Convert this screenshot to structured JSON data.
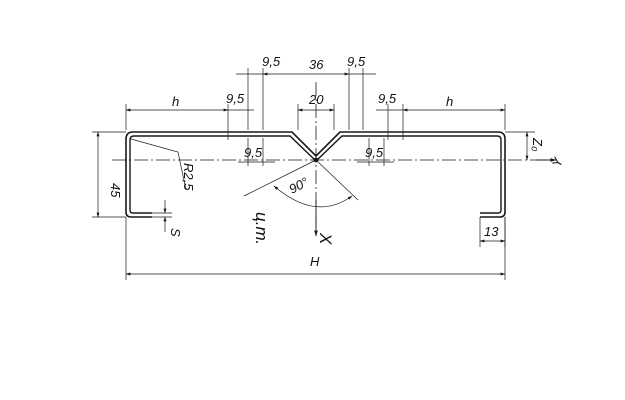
{
  "labels": {
    "width_top_center": "36",
    "offset_left_top": "9,5",
    "offset_right_top": "9,5",
    "notch_width": "20",
    "h_left": "h",
    "h_right": "h",
    "offset_left_mid": "9,5",
    "offset_right_mid": "9,5",
    "offset_left_low": "9,5",
    "offset_right_low": "9,5",
    "radius": "R2,5",
    "height": "45",
    "thickness": "S",
    "centroid": "ц.т.",
    "angle": "90°",
    "axis_x": "X",
    "axis_y": "Y",
    "z0": "Z₀",
    "total_width": "H",
    "flange_right": "13"
  },
  "colors": {
    "line": "#1a1a1a",
    "background": "#ffffff"
  }
}
